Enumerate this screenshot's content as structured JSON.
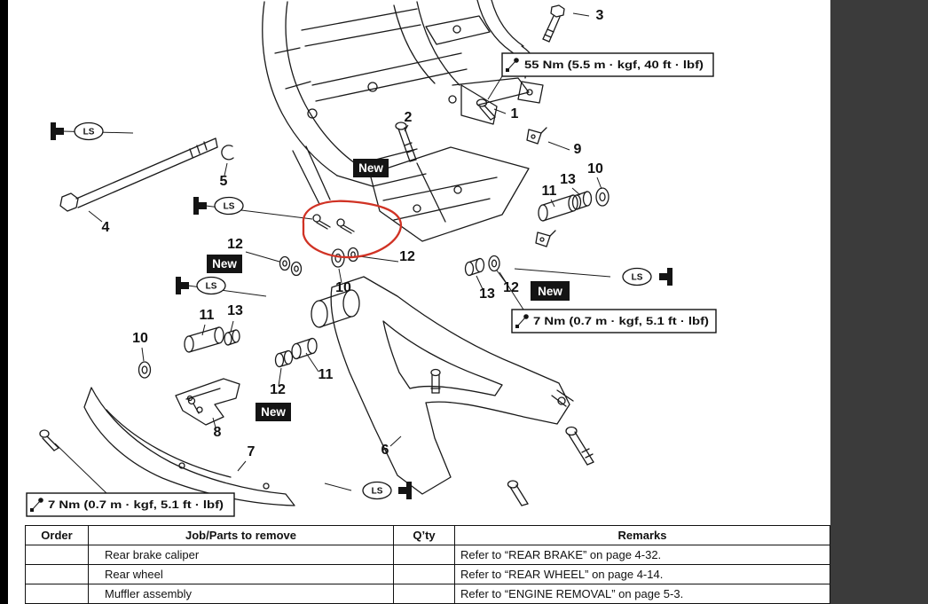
{
  "page": {
    "colors": {
      "paper": "#ffffff",
      "ink": "#1a1a1a",
      "left_edge": "#000000",
      "viewer_panel": "#3b3b3b",
      "annotation_red": "#d03224"
    }
  },
  "torque_specs": {
    "top_right": "55 Nm (5.5 m · kgf, 40 ft · lbf)",
    "mid_right": "7 Nm (0.7 m · kgf, 5.1 ft · lbf)",
    "bottom_left": "7 Nm (0.7 m · kgf, 5.1 ft · lbf)"
  },
  "labels": {
    "new": "New",
    "grease": "LS"
  },
  "callouts": [
    "3",
    "1",
    "2",
    "5",
    "4",
    "9",
    "10",
    "13",
    "11",
    "12",
    "12",
    "10",
    "12",
    "13",
    "11",
    "13",
    "10",
    "11",
    "12",
    "8",
    "7",
    "6"
  ],
  "table": {
    "headers": [
      "Order",
      "Job/Parts to remove",
      "Q’ty",
      "Remarks"
    ],
    "rows": [
      {
        "order": "",
        "job": "Rear brake caliper",
        "qty": "",
        "remarks": "Refer to “REAR BRAKE” on page 4-32."
      },
      {
        "order": "",
        "job": "Rear wheel",
        "qty": "",
        "remarks": "Refer to “REAR WHEEL” on page 4-14."
      },
      {
        "order": "",
        "job": "Muffler assembly",
        "qty": "",
        "remarks": "Refer to “ENGINE REMOVAL” on page 5-3."
      }
    ]
  }
}
